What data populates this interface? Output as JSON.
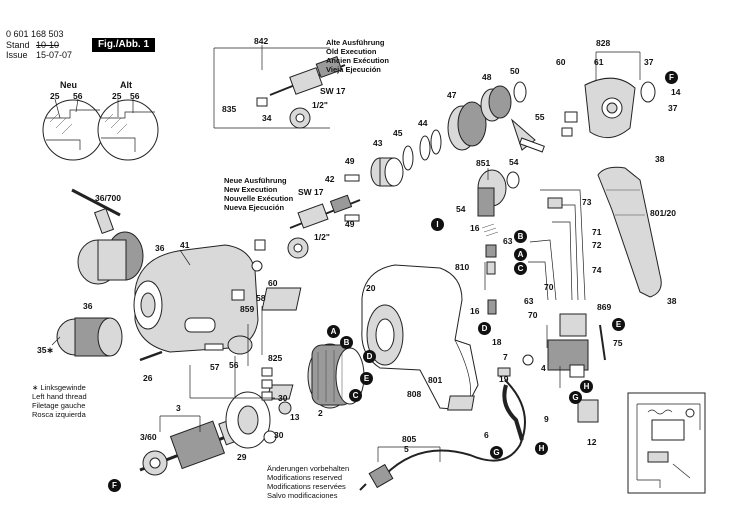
{
  "header": {
    "part_number": "0 601 168 503",
    "stand_label": "Stand",
    "stand_value": "10-10",
    "issue_label": "Issue",
    "issue_value": "15-07-07",
    "figure_title": "Fig./Abb. 1"
  },
  "detail_views": {
    "neu": {
      "title": "Neu",
      "labels": [
        "25",
        "56"
      ]
    },
    "alt": {
      "title": "Alt",
      "labels": [
        "25",
        "56"
      ]
    }
  },
  "notes": {
    "old_version": [
      "Alte Ausführung",
      "Old Execution",
      "Ancien Exécution",
      "Vieja Ejecución"
    ],
    "new_version": [
      "Neue Ausführung",
      "New Execution",
      "Nouvelle Exécution",
      "Nueva Ejecución"
    ],
    "left_thread": [
      "∗ Linksgewinde",
      "Left hand thread",
      "Filetage gauche",
      "Rosca izquierda"
    ],
    "modifications": [
      "Änderungen vorbehalten",
      "Modifications reserved",
      "Modifications reservées",
      "Salvo modificaciones"
    ]
  },
  "part_labels": {
    "p842": "842",
    "p835": "835",
    "p34": "34",
    "sw17a": "SW 17",
    "half_a": "1/2\"",
    "p828": "828",
    "p60a": "60",
    "p61": "61",
    "p37a": "37",
    "p50": "50",
    "p48": "48",
    "p47": "47",
    "p55": "55",
    "p44": "44",
    "p45": "45",
    "p43": "43",
    "p37b": "37",
    "p14": "14",
    "p49a": "49",
    "p42": "42",
    "p49b": "49",
    "sw17b": "SW 17",
    "half_b": "1/2\"",
    "p851": "851",
    "p54a": "54",
    "p54b": "54",
    "p38a": "38",
    "p801_20": "801/20",
    "p38b": "38",
    "p36_700": "36/700",
    "p36a": "36",
    "p36b": "36",
    "p41": "41",
    "p35": "35∗",
    "p26": "26",
    "p58": "58",
    "p859": "859",
    "p60b": "60",
    "p57": "57",
    "p56": "56",
    "p825": "825",
    "p20": "20",
    "p73": "73",
    "p71": "71",
    "p72": "72",
    "p74": "74",
    "p16a": "16",
    "p63a": "63",
    "p810": "810",
    "p70a": "70",
    "p63b": "63",
    "p16b": "16",
    "p70b": "70",
    "p869": "869",
    "p75": "75",
    "p18": "18",
    "p7": "7",
    "p19": "19",
    "p4": "4",
    "p9": "9",
    "p801": "801",
    "p808": "808",
    "p2": "2",
    "p3": "3",
    "p3_60": "3/60",
    "p30a": "30",
    "p13": "13",
    "p30b": "30",
    "p29": "29",
    "p805": "805",
    "p5": "5",
    "p6": "6",
    "p12": "12"
  },
  "badges": [
    "F",
    "I",
    "B",
    "A",
    "C",
    "D",
    "E",
    "G",
    "H"
  ],
  "colors": {
    "ink": "#111111",
    "paper": "#ffffff",
    "shade": "#d9d9d9"
  }
}
